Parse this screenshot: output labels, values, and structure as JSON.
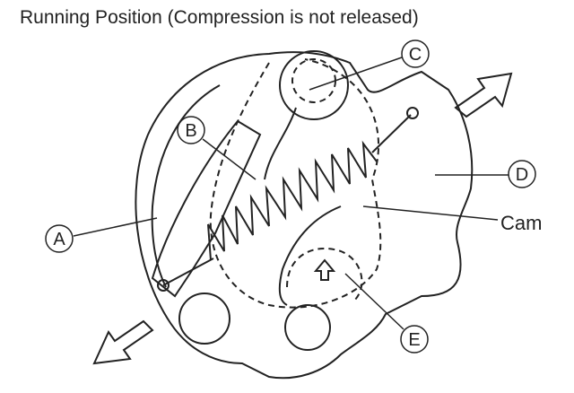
{
  "title": "Running Position (Compression is not released)",
  "labels": {
    "a": "A",
    "b": "B",
    "c": "C",
    "d": "D",
    "e": "E",
    "cam": "Cam"
  }
}
